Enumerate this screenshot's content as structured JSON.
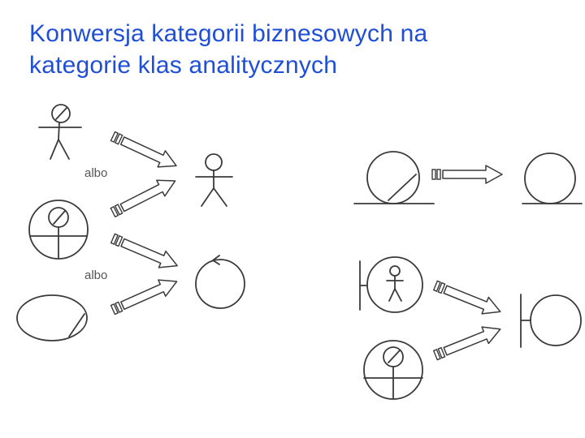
{
  "title": {
    "line1": "Konwersja kategorii biznesowych na",
    "line2": "kategorie klas analitycznych"
  },
  "diagram": {
    "connector_label_1": "albo",
    "connector_label_2": "albo"
  },
  "colors": {
    "title": "#1f4fd6",
    "ink": "#3a3a3a"
  }
}
